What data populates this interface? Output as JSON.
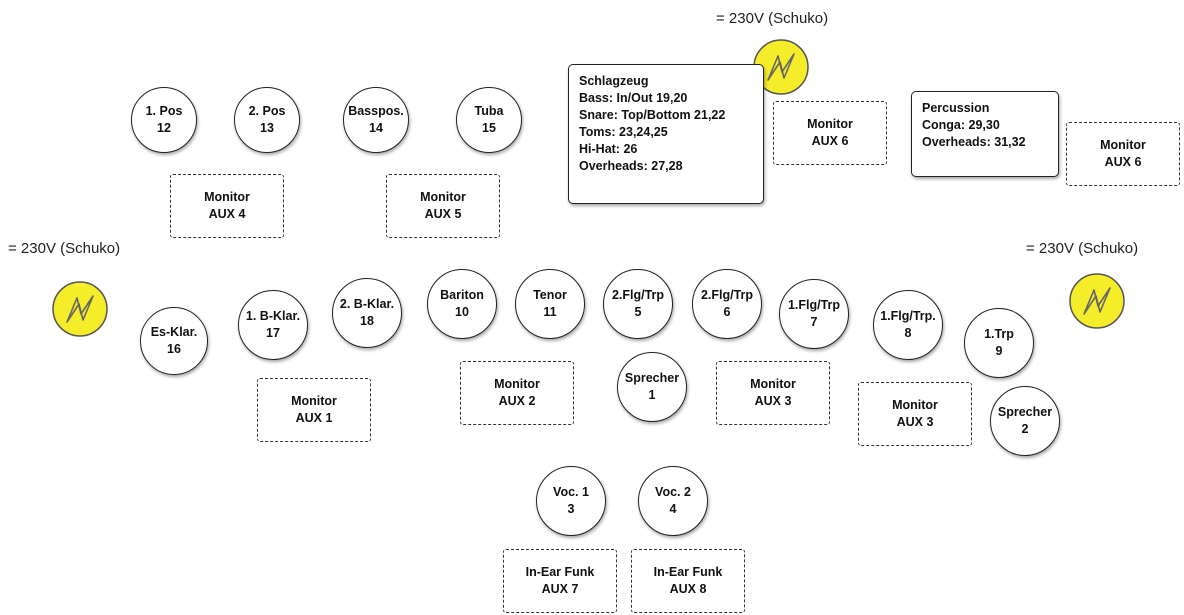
{
  "power": {
    "label": "= 230V (Schuko)",
    "color": "#f5ec2a"
  },
  "circles": {
    "pos1": [
      "1. Pos",
      "12"
    ],
    "pos2": [
      "2. Pos",
      "13"
    ],
    "basspos": [
      "Basspos.",
      "14"
    ],
    "tuba": [
      "Tuba",
      "15"
    ],
    "esklar": [
      "Es-Klar.",
      "16"
    ],
    "bklar1": [
      "1. B-Klar.",
      "17"
    ],
    "bklar2": [
      "2. B-Klar.",
      "18"
    ],
    "bariton": [
      "Bariton",
      "10"
    ],
    "tenor": [
      "Tenor",
      "11"
    ],
    "flgtrp2a": [
      "2.Flg/Trp",
      "5"
    ],
    "flgtrp2b": [
      "2.Flg/Trp",
      "6"
    ],
    "flgtrp1a": [
      "1.Flg/Trp",
      "7"
    ],
    "flgtrp1b": [
      "1.Flg/Trp.",
      "8"
    ],
    "trp1": [
      "1.Trp",
      "9"
    ],
    "sprecher1": [
      "Sprecher",
      "1"
    ],
    "sprecher2": [
      "Sprecher",
      "2"
    ],
    "voc1": [
      "Voc. 1",
      "3"
    ],
    "voc2": [
      "Voc. 2",
      "4"
    ]
  },
  "monitors": {
    "aux4": [
      "Monitor",
      "AUX 4"
    ],
    "aux5": [
      "Monitor",
      "AUX 5"
    ],
    "aux6a": [
      "Monitor",
      "AUX 6"
    ],
    "aux6b": [
      "Monitor",
      "AUX 6"
    ],
    "aux1": [
      "Monitor",
      "AUX 1"
    ],
    "aux2": [
      "Monitor",
      "AUX 2"
    ],
    "aux3a": [
      "Monitor",
      "AUX 3"
    ],
    "aux3b": [
      "Monitor",
      "AUX 3"
    ],
    "aux7": [
      "In-Ear Funk",
      "AUX 7"
    ],
    "aux8": [
      "In-Ear Funk",
      "AUX 8"
    ]
  },
  "schlagzeug": [
    "Schlagzeug",
    "Bass: In/Out 19,20",
    "Snare: Top/Bottom 21,22",
    "Toms: 23,24,25",
    "Hi-Hat: 26",
    "Overheads: 27,28"
  ],
  "percussion": [
    "Percussion",
    "Conga: 29,30",
    "Overheads: 31,32"
  ]
}
